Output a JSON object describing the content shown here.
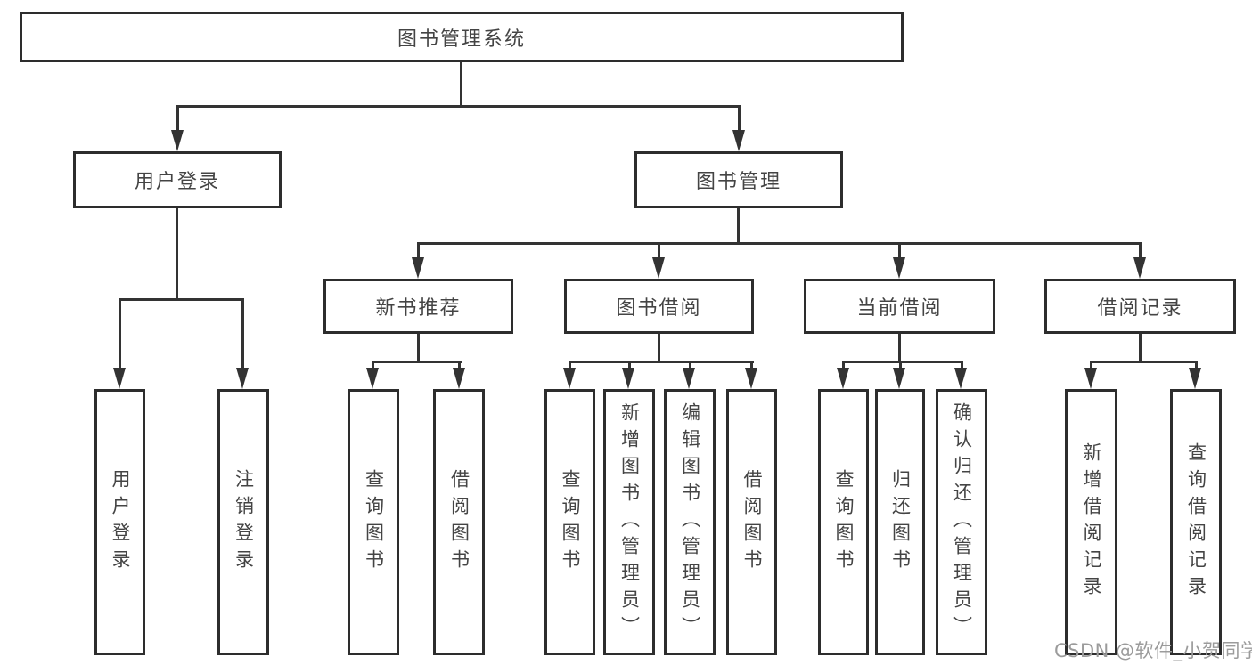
{
  "diagram_title": "图书管理系统",
  "colors": {
    "line": "#333333",
    "border": "#2d2d2d",
    "text": "#444444",
    "watermark_text": "#9b9b9b",
    "background": "#ffffff"
  },
  "nodes": {
    "root": "图书管理系统",
    "l2": {
      "userLogin": "用户登录",
      "bookMgmt": "图书管理"
    },
    "l3": {
      "newBooks": "新书推荐",
      "bookBorrow": "图书借阅",
      "currentBorrow": "当前借阅",
      "borrowRecords": "借阅记录"
    },
    "leaves": {
      "userLogin": "用户登录",
      "logout": "注销登录",
      "queryBooksA": "查询图书",
      "borrowBooksA": "借阅图书",
      "queryBooksB": "查询图书",
      "addBooks": "新增图书（管理员）",
      "editBooks": "编辑图书（管理员）",
      "borrowBooksB": "借阅图书",
      "queryBooksC": "查询图书",
      "returnBooks": "归还图书",
      "confirmReturn": "确认归还（管理员）",
      "addBorrowRecord": "新增借阅记录",
      "queryBorrowRecord": "查询借阅记录"
    }
  },
  "watermark": "CSDN @软件_小贺同学"
}
